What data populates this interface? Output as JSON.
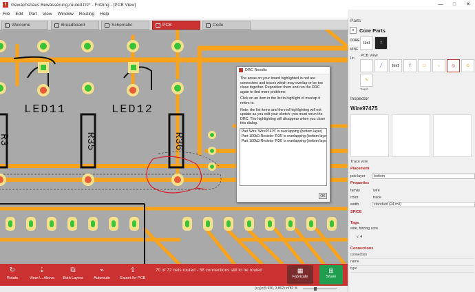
{
  "window": {
    "title": "Gewächshaus Bewässerung-routed.fzz* - Fritzing - [PCB View]",
    "controls": [
      "—",
      "□",
      "✕"
    ]
  },
  "menu": [
    "File",
    "Edit",
    "Part",
    "View",
    "Window",
    "Routing",
    "Help"
  ],
  "tabs": [
    {
      "label": "Welcome",
      "active": false
    },
    {
      "label": "Breadboard",
      "active": false
    },
    {
      "label": "Schematic",
      "active": false
    },
    {
      "label": "PCB",
      "active": true
    },
    {
      "label": "Code",
      "active": false
    }
  ],
  "canvas": {
    "labels": [
      "LED11",
      "LED12",
      "R35",
      "R36",
      "R3"
    ],
    "colors": {
      "background": "#a9a9a9",
      "trace": "#f7a31c",
      "pad": "#f5e18a",
      "pad_ok": "#39c339",
      "pad_error": "#e85c3a",
      "annotation": "#d91e2a"
    }
  },
  "drc": {
    "title": "DRC Results",
    "paragraphs": [
      "The areas on your board highlighted in red are connectors and traces which may overlap or be too close together. Reposition them and run the DRC again to find more problems",
      "Click on an item in the list to highlight of overlap it refers to.",
      "Note: the list items and the red highlighting will not update as you edit your sketch--you must rerun the DRC. The highlighting will disappear when you close this dialog."
    ],
    "items": [
      "Part Wire 'Wire97475' is overlapping (bottom layer)",
      "Part 100kΩ Resistor 'R35' is overlapping (bottom layer)",
      "Part 100kΩ Resistor 'R36' is overlapping (bottom layer)"
    ],
    "ok_label": "OK"
  },
  "toolbar": {
    "rotate": "Rotate",
    "view_from_above": "View f... Above",
    "both_layers": "Both Layers",
    "autoroute": "Autoroute",
    "export": "Export for PCB",
    "routing_status": "70 of 72 nets routed - 58 connections still to be routed",
    "fabricate": "Fabricate",
    "share": "Share"
  },
  "statusbar": {
    "coords": "(x,y)=(5.930, 3.862) in",
    "zoom": "782 %"
  },
  "parts": {
    "header": "Parts",
    "bin_name": "Core Parts",
    "bins": [
      "CORE",
      "MINE",
      "1in"
    ],
    "tiles_row1": [
      "text",
      "f"
    ],
    "pcb_view_label": "PCB View",
    "tiles_row2": [
      "",
      "╱",
      "text",
      "f",
      "□",
      "○",
      "◎",
      "⊙"
    ],
    "tiles_row3": [
      "✎"
    ],
    "tiny_label": "Touch"
  },
  "inspector": {
    "header": "Inspector",
    "title": "Wire97475",
    "trace_wire": "Trace wire",
    "placement": "Placement",
    "pcb_layer_label": "pcb layer",
    "pcb_layer_value": "bottom",
    "properties": "Properties",
    "family_label": "family",
    "family_value": "wire",
    "color_label": "color",
    "color_value": "trace",
    "width_label": "width",
    "width_value": "standard (24 mil)",
    "spice": "SPICE",
    "tags": "Tags",
    "tags_value": "wire, fritzing core",
    "version": "v. 4",
    "connections": "Connections",
    "conn_rows": [
      "connection",
      "name",
      "type"
    ]
  }
}
